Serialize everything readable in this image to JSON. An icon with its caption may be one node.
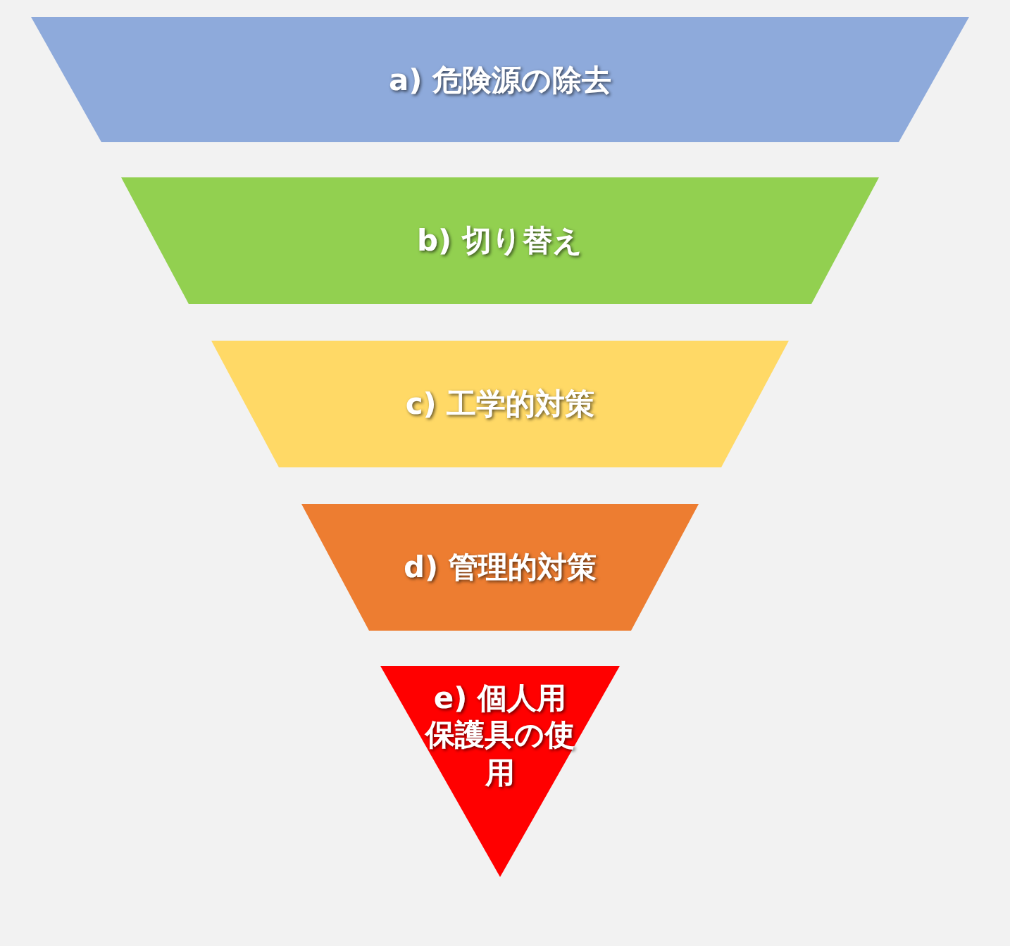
{
  "diagram": {
    "nodes": [
      {
        "text": [
          "a) 危険源の除去"
        ]
      },
      {
        "text": [
          "b) 切り替え"
        ]
      },
      {
        "text": [
          "c) 工学的対策"
        ]
      },
      {
        "text": [
          "d) 管理的対策"
        ]
      },
      {
        "text": [
          "e) 個人用保護具の使用"
        ]
      }
    ]
  }
}
